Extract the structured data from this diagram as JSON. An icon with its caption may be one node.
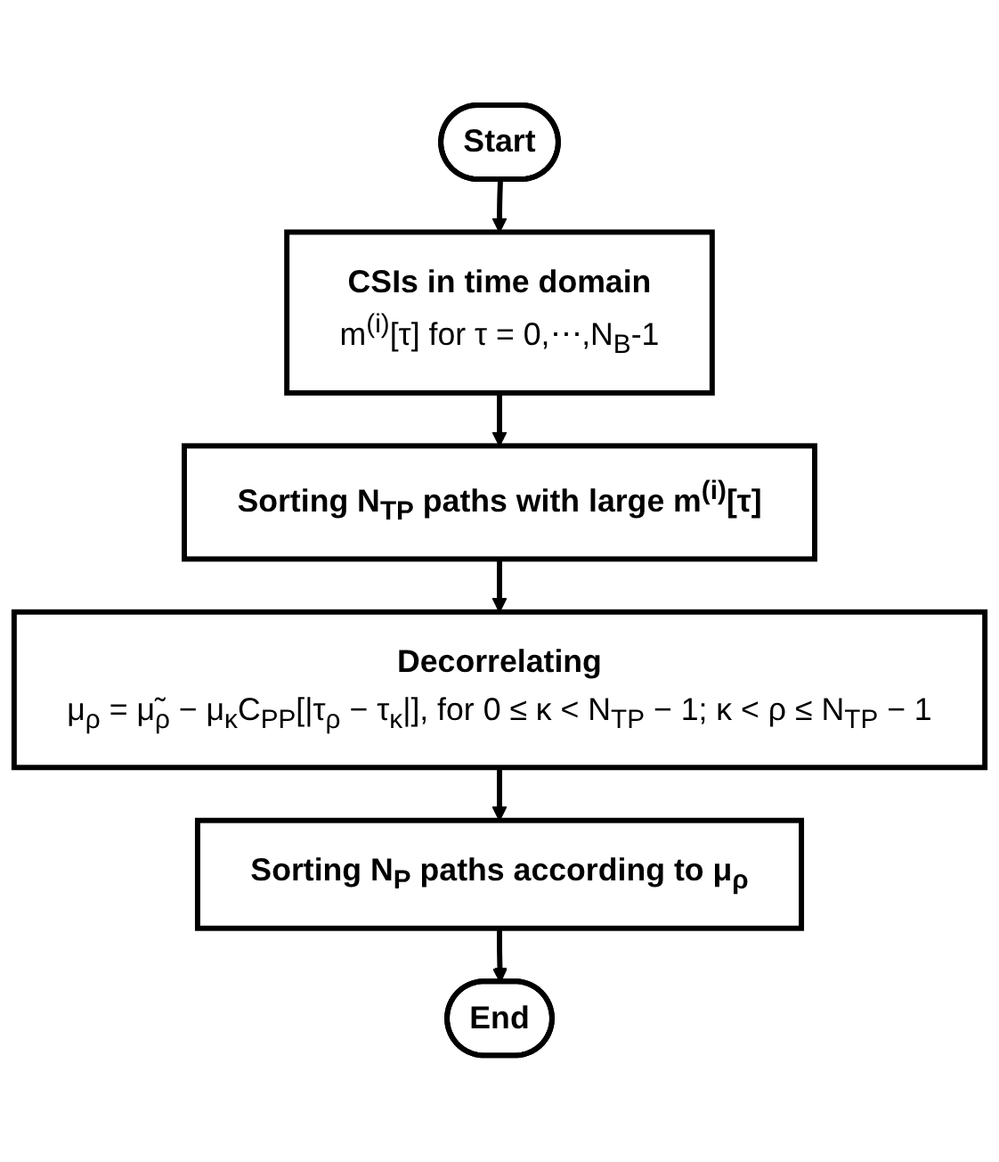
{
  "diagram": {
    "nodes": [
      {
        "text": [
          "Start"
        ]
      },
      {
        "text": [
          "CSIs in time domain",
          "m$^{(i)}$[τ] for τ = 0,⋯,N$_{B}$-1"
        ]
      },
      {
        "text": [
          "Sorting N$_{TP}$ paths with large m$^{(i)}$[τ]"
        ]
      },
      {
        "text": [
          "Decorrelating",
          "μ$_{ρ}$ = μ̃$_{ρ}$ − μ$_{κ}$C$_{PP}$[|τ$_{ρ}$ − τ$_{κ}$|], for 0 ≤ κ < N$_{TP}$ − 1; κ < ρ ≤ N$_{TP}$ − 1"
        ]
      },
      {
        "text": [
          "Sorting N$_{P}$ paths according to μ$_{ρ}$"
        ]
      },
      {
        "text": [
          "End"
        ]
      }
    ],
    "edges": [
      {
        "from": 0,
        "to": 1,
        "arrow": "to"
      },
      {
        "from": 1,
        "to": 2,
        "arrow": "to"
      },
      {
        "from": 2,
        "to": 3,
        "arrow": "to"
      },
      {
        "from": 3,
        "to": 4,
        "arrow": "to"
      },
      {
        "from": 4,
        "to": 5,
        "arrow": "to"
      }
    ]
  }
}
